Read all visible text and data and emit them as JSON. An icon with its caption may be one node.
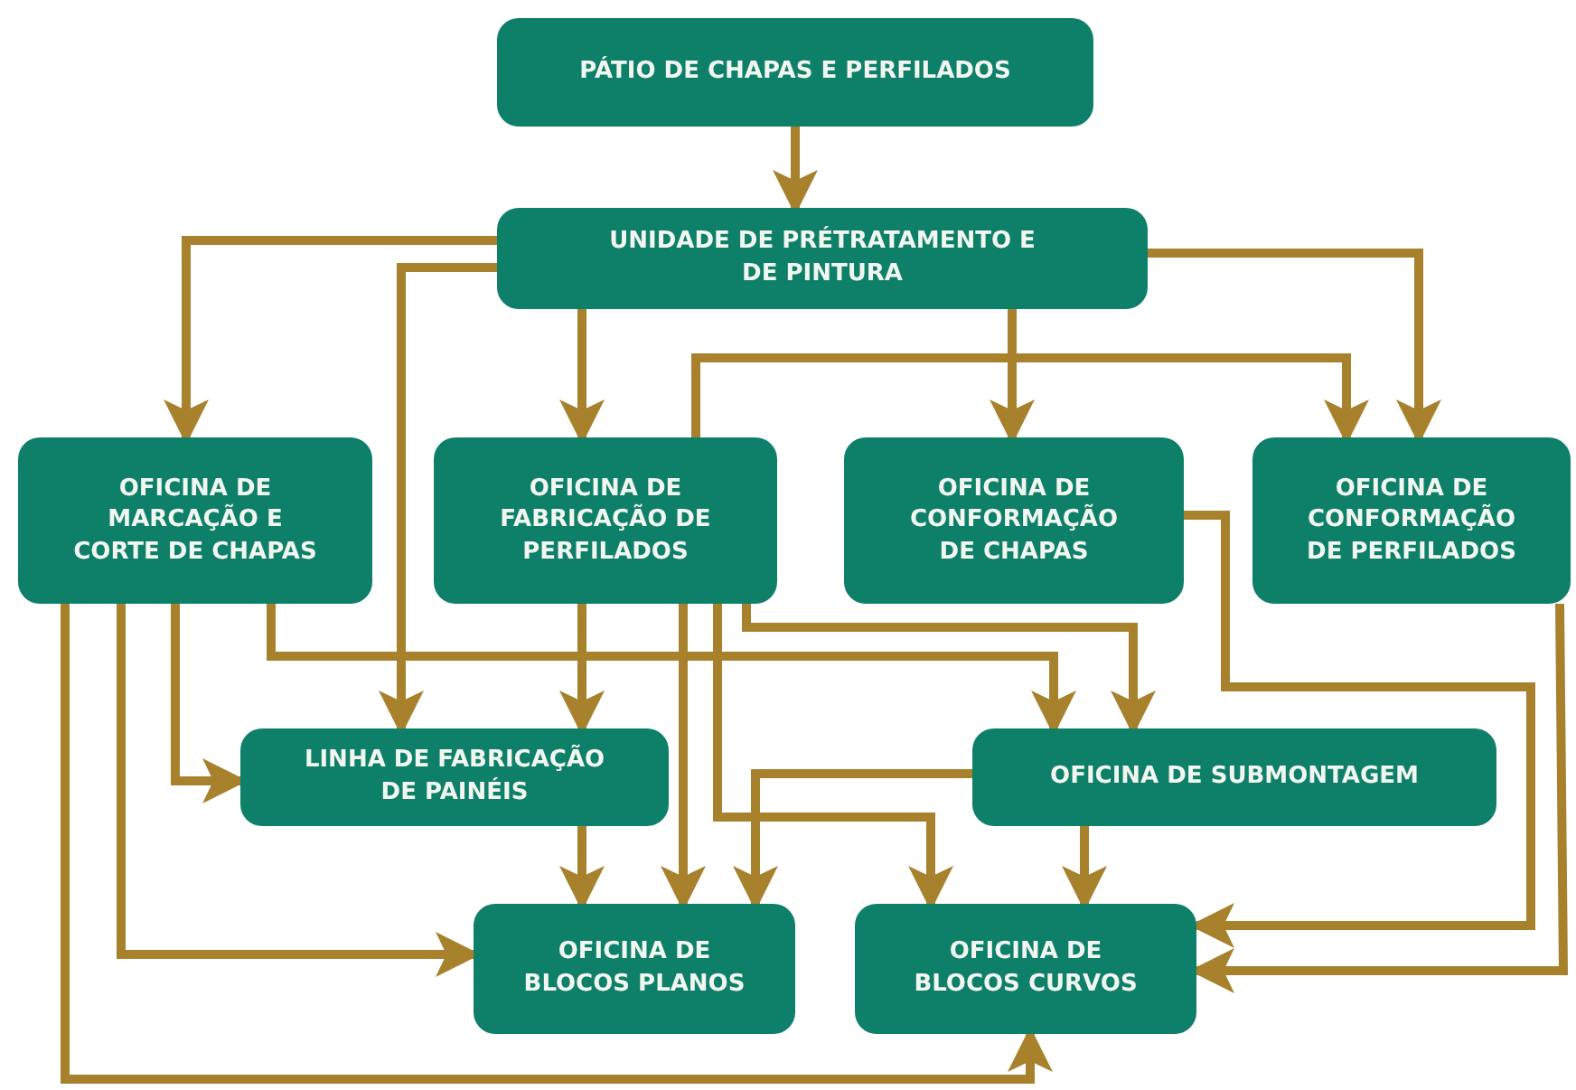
{
  "diagram": {
    "nodes": [
      {
        "text": [
          "PÁTIO DE CHAPAS E PERFILADOS"
        ]
      },
      {
        "text": [
          "UNIDADE DE PRÉTRATAMENTO E DE PINTURA"
        ]
      },
      {
        "text": [
          "OFICINA DE MARCAÇÃO E CORTE DE CHAPAS"
        ]
      },
      {
        "text": [
          "OFICINA DE FABRICAÇÃO DE PERFILADOS"
        ]
      },
      {
        "text": [
          "OFICINA DE CONFORMAÇÃO DE CHAPAS"
        ]
      },
      {
        "text": [
          "OFICINA DE CONFORMAÇÃO DE PERFILADOS"
        ]
      },
      {
        "text": [
          "LINHA DE FABRICAÇÃO DE PAINÉIS"
        ]
      },
      {
        "text": [
          "OFICINA DE SUBMONTAGEM"
        ]
      },
      {
        "text": [
          "OFICINA DE BLOCOS PLANOS"
        ]
      },
      {
        "text": [
          "OFICINA DE BLOCOS CURVOS"
        ]
      }
    ],
    "edges": [
      {
        "from": 0,
        "to": 1,
        "arrow": "to"
      },
      {
        "from": 1,
        "to": 2,
        "arrow": "to"
      },
      {
        "from": 1,
        "to": 6,
        "arrow": "to"
      },
      {
        "from": 1,
        "to": 3,
        "arrow": "to"
      },
      {
        "from": 1,
        "to": 4,
        "arrow": "to"
      },
      {
        "from": 1,
        "to": 5,
        "arrow": "to"
      },
      {
        "from": 3,
        "to": 5,
        "arrow": "to"
      },
      {
        "from": 2,
        "to": 6,
        "arrow": "to"
      },
      {
        "from": 2,
        "to": 8,
        "arrow": "to"
      },
      {
        "from": 2,
        "to": 9,
        "arrow": "to"
      },
      {
        "from": 2,
        "to": 7,
        "arrow": "to"
      },
      {
        "from": 3,
        "to": 7,
        "arrow": "to"
      },
      {
        "from": 3,
        "to": 6,
        "arrow": "to"
      },
      {
        "from": 3,
        "to": 8,
        "arrow": "to"
      },
      {
        "from": 3,
        "to": 9,
        "arrow": "to"
      },
      {
        "from": 7,
        "to": 8,
        "arrow": "to"
      },
      {
        "from": 6,
        "to": 8,
        "arrow": "to"
      },
      {
        "from": 7,
        "to": 9,
        "arrow": "to"
      },
      {
        "from": 4,
        "to": 9,
        "arrow": "to"
      },
      {
        "from": 5,
        "to": 9,
        "arrow": "to"
      }
    ]
  }
}
